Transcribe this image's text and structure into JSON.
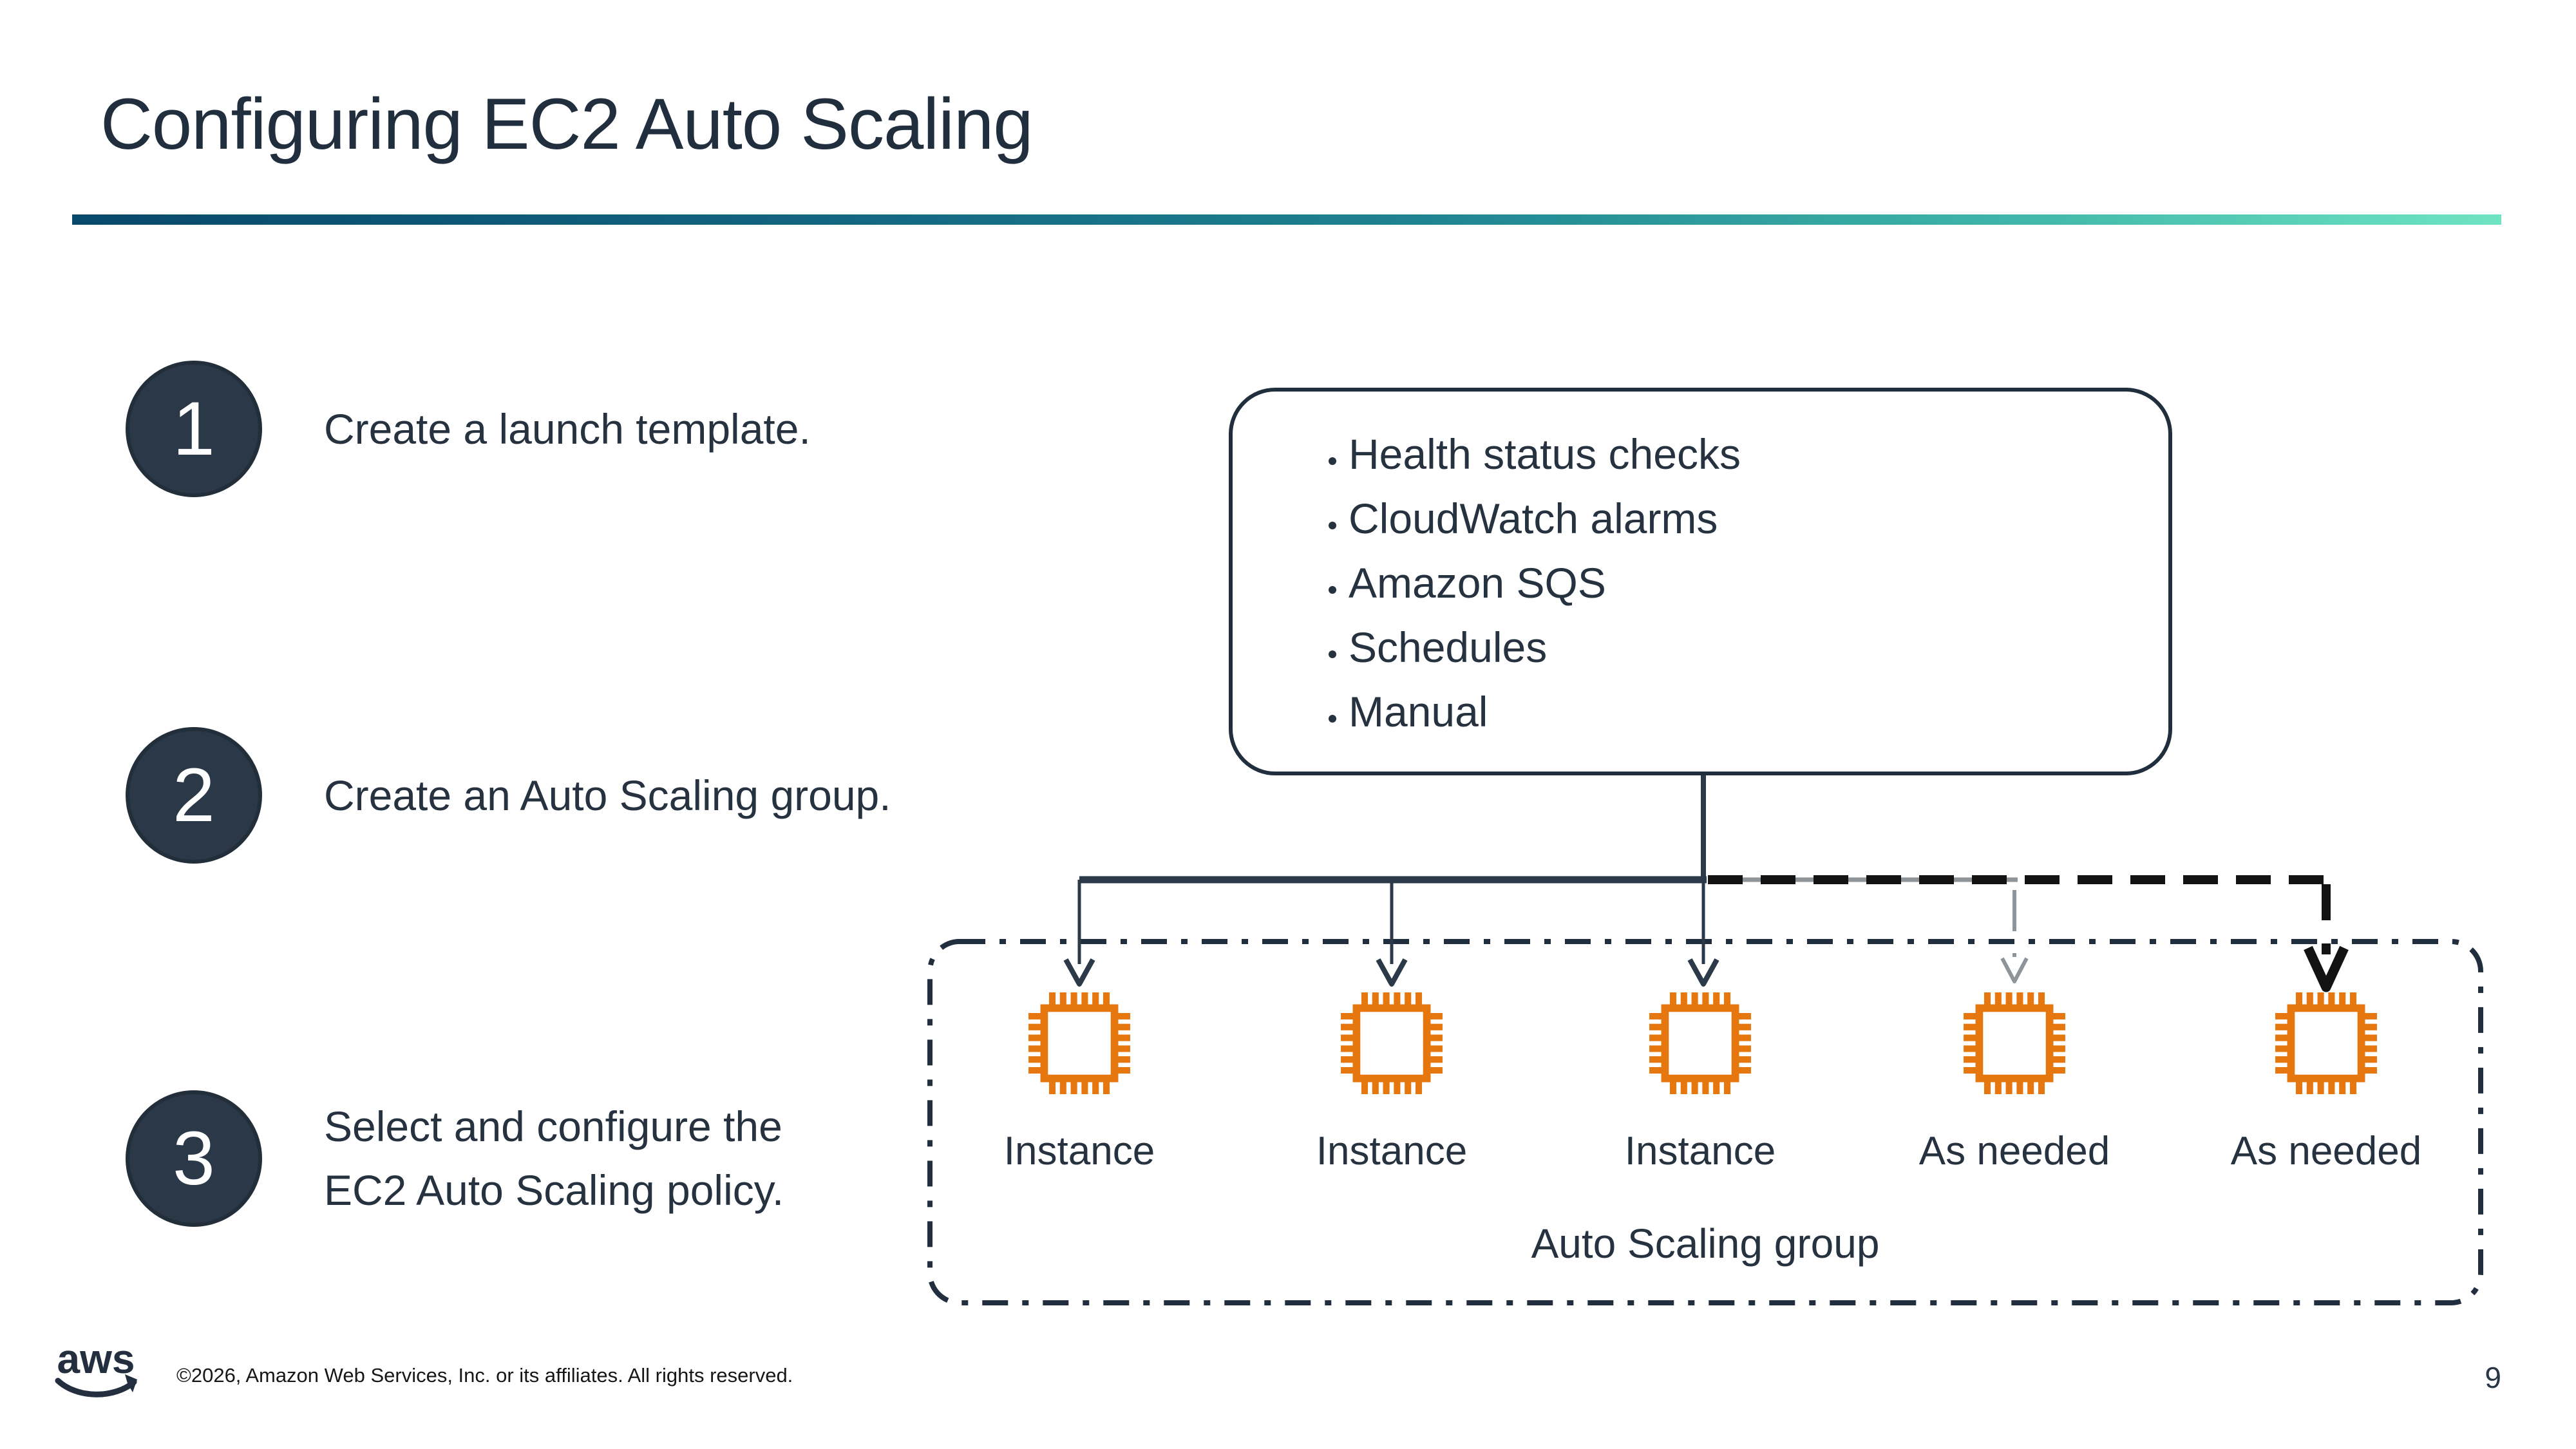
{
  "colors": {
    "navy_text": "#26323F",
    "title_navy": "#202E3E",
    "step_circle_fill": "#2B3847",
    "rule_gradient_start": "#07486B",
    "rule_gradient_end": "#6FE4C3",
    "chip_orange": "#E6770E",
    "gray_arrow": "#8F9499",
    "black_arrow": "#131313"
  },
  "header": {
    "title": "Configuring EC2 Auto Scaling"
  },
  "steps": [
    {
      "number": "1",
      "lines": [
        "Create a launch template."
      ]
    },
    {
      "number": "2",
      "lines": [
        "Create an Auto Scaling group."
      ]
    },
    {
      "number": "3",
      "lines": [
        "Select and configure the",
        "EC2 Auto Scaling policy."
      ]
    }
  ],
  "scaling_options": {
    "items": [
      "Health status checks",
      "CloudWatch alarms",
      "Amazon SQS",
      "Schedules",
      "Manual"
    ]
  },
  "auto_scaling_group": {
    "label": "Auto Scaling group",
    "nodes": [
      {
        "label": "Instance"
      },
      {
        "label": "Instance"
      },
      {
        "label": "Instance"
      },
      {
        "label": "As needed"
      },
      {
        "label": "As needed"
      }
    ]
  },
  "footer": {
    "logo_text": "aws",
    "copyright": "©2026, Amazon Web Services, Inc. or its affiliates. All rights reserved.",
    "page_number": "9"
  }
}
